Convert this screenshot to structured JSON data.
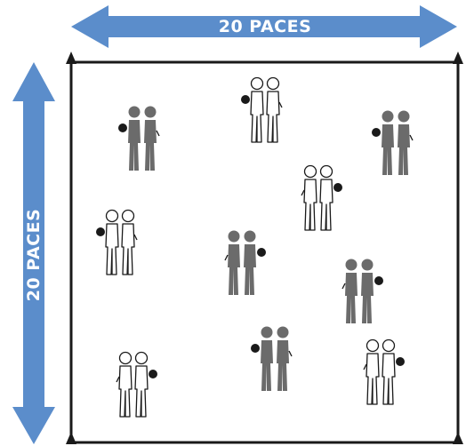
{
  "dimension_labels": {
    "width": "20 PACES",
    "height": "20 PACES"
  },
  "colors": {
    "arrow": "#5b8dcb",
    "field_line": "#1a1a1a",
    "player_dark_fill": "#6b6b6b",
    "player_light_fill": "#ffffff",
    "ball": "#1a1a1a"
  },
  "pairs": [
    {
      "style": "light",
      "ball": "left"
    },
    {
      "style": "dark",
      "ball": "left"
    },
    {
      "style": "dark",
      "ball": "left"
    },
    {
      "style": "light",
      "ball": "right"
    },
    {
      "style": "light",
      "ball": "left"
    },
    {
      "style": "dark",
      "ball": "right"
    },
    {
      "style": "dark",
      "ball": "right"
    },
    {
      "style": "dark",
      "ball": "left"
    },
    {
      "style": "light",
      "ball": "right"
    },
    {
      "style": "light",
      "ball": "right"
    }
  ]
}
